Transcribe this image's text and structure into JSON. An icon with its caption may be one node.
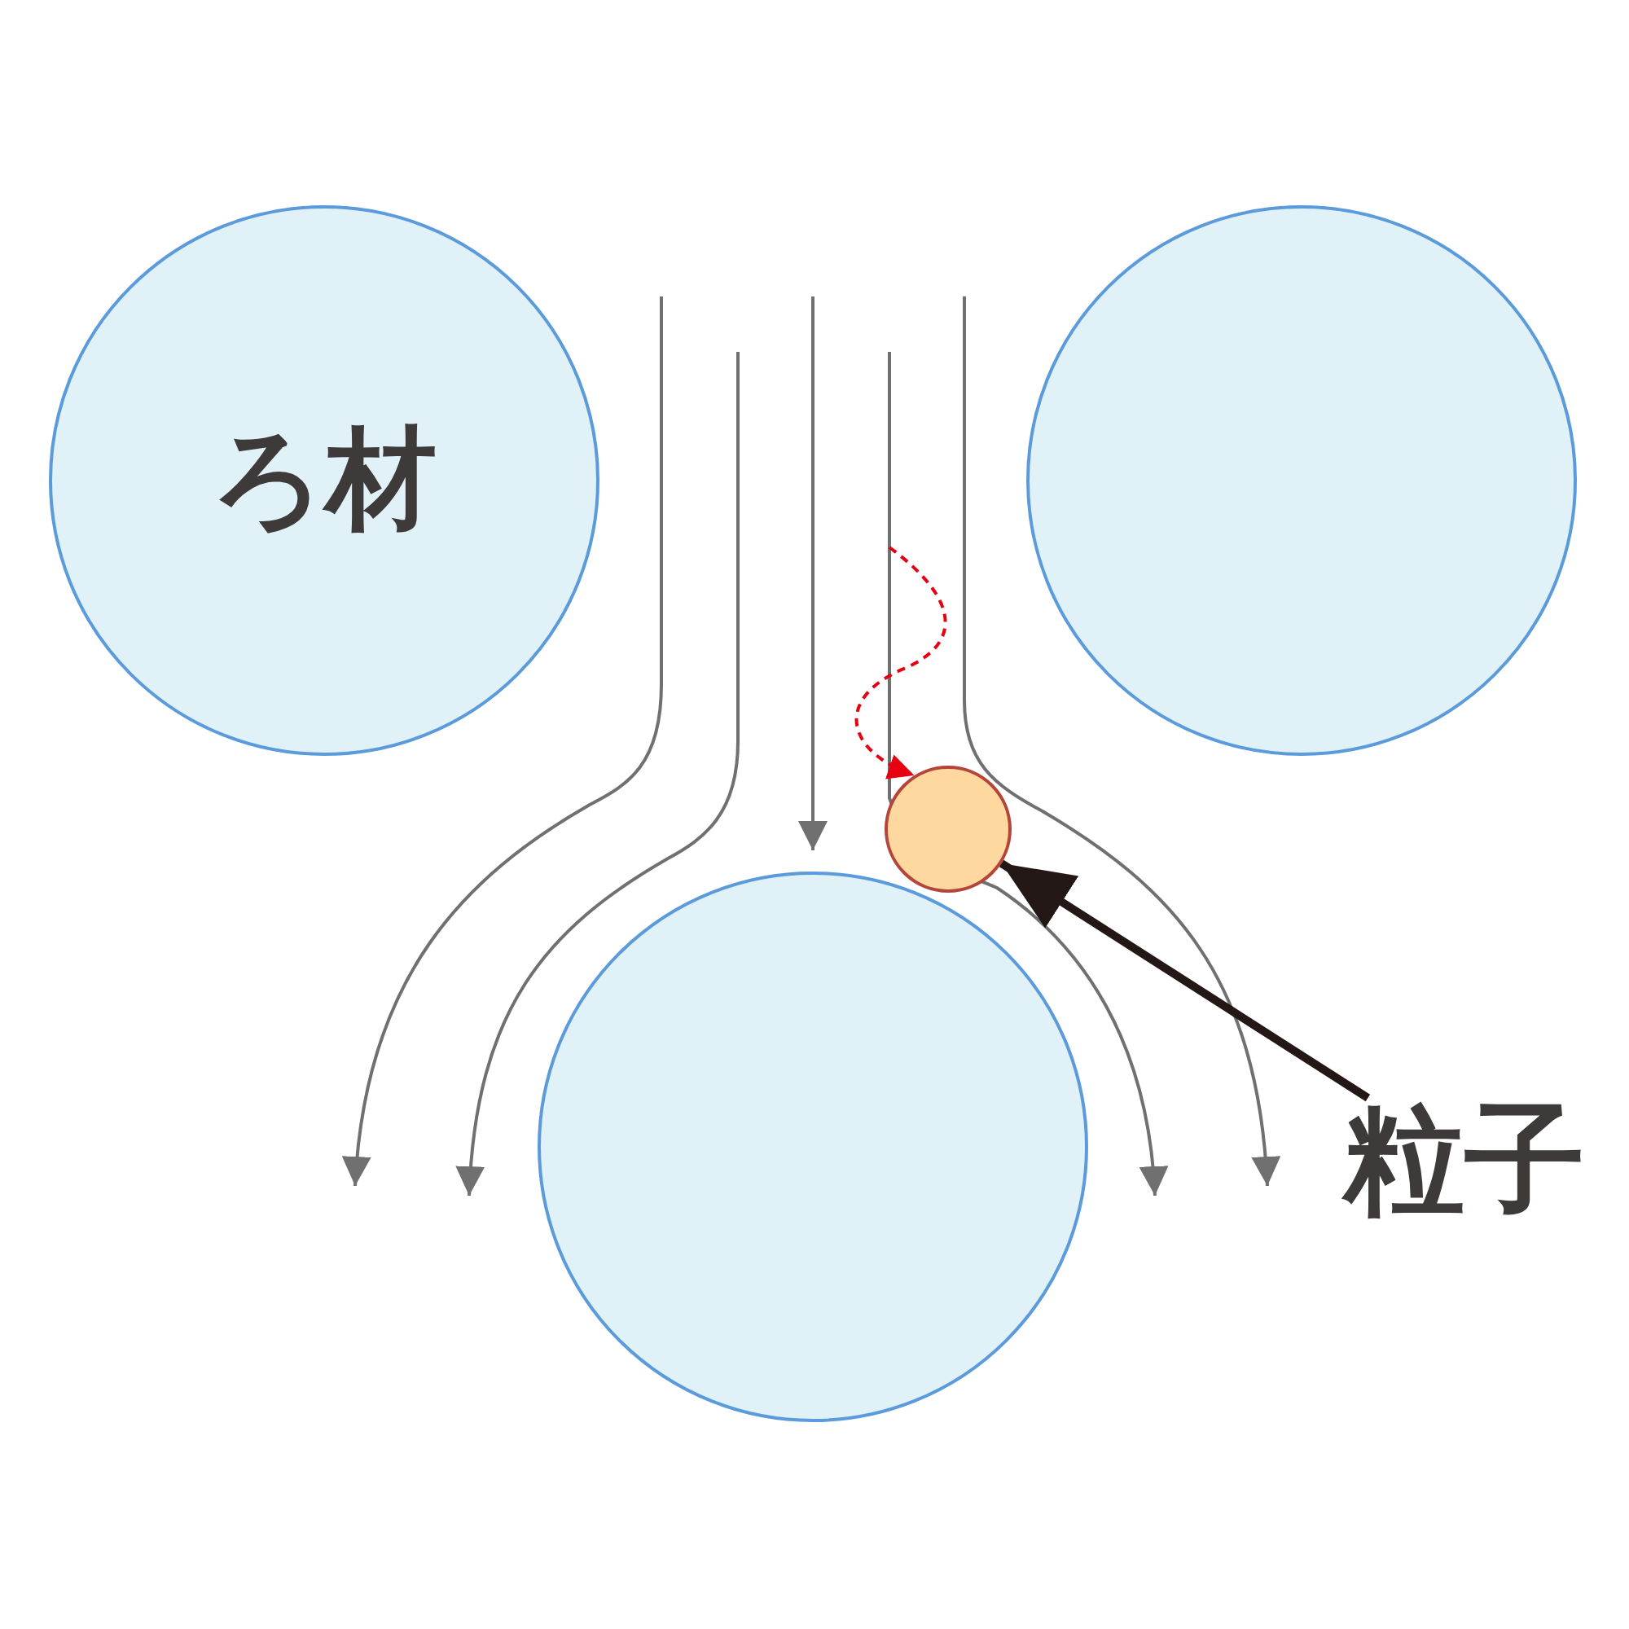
{
  "diagram": {
    "nodes": [
      {
        "text": [
          "ろ材"
        ]
      },
      {
        "text": [],
        "shape": "circle"
      },
      {
        "text": [],
        "shape": "circle"
      },
      {
        "text": [],
        "shape": "circle"
      },
      {
        "text": [
          "粒子"
        ]
      }
    ],
    "edges": [
      {
        "from": 4,
        "to": 3,
        "arrow": "to",
        "style": "thick",
        "color": "#231815"
      },
      {
        "from": null,
        "to": 3,
        "arrow": "to",
        "style": "dashed",
        "color": "#e60012"
      }
    ]
  }
}
